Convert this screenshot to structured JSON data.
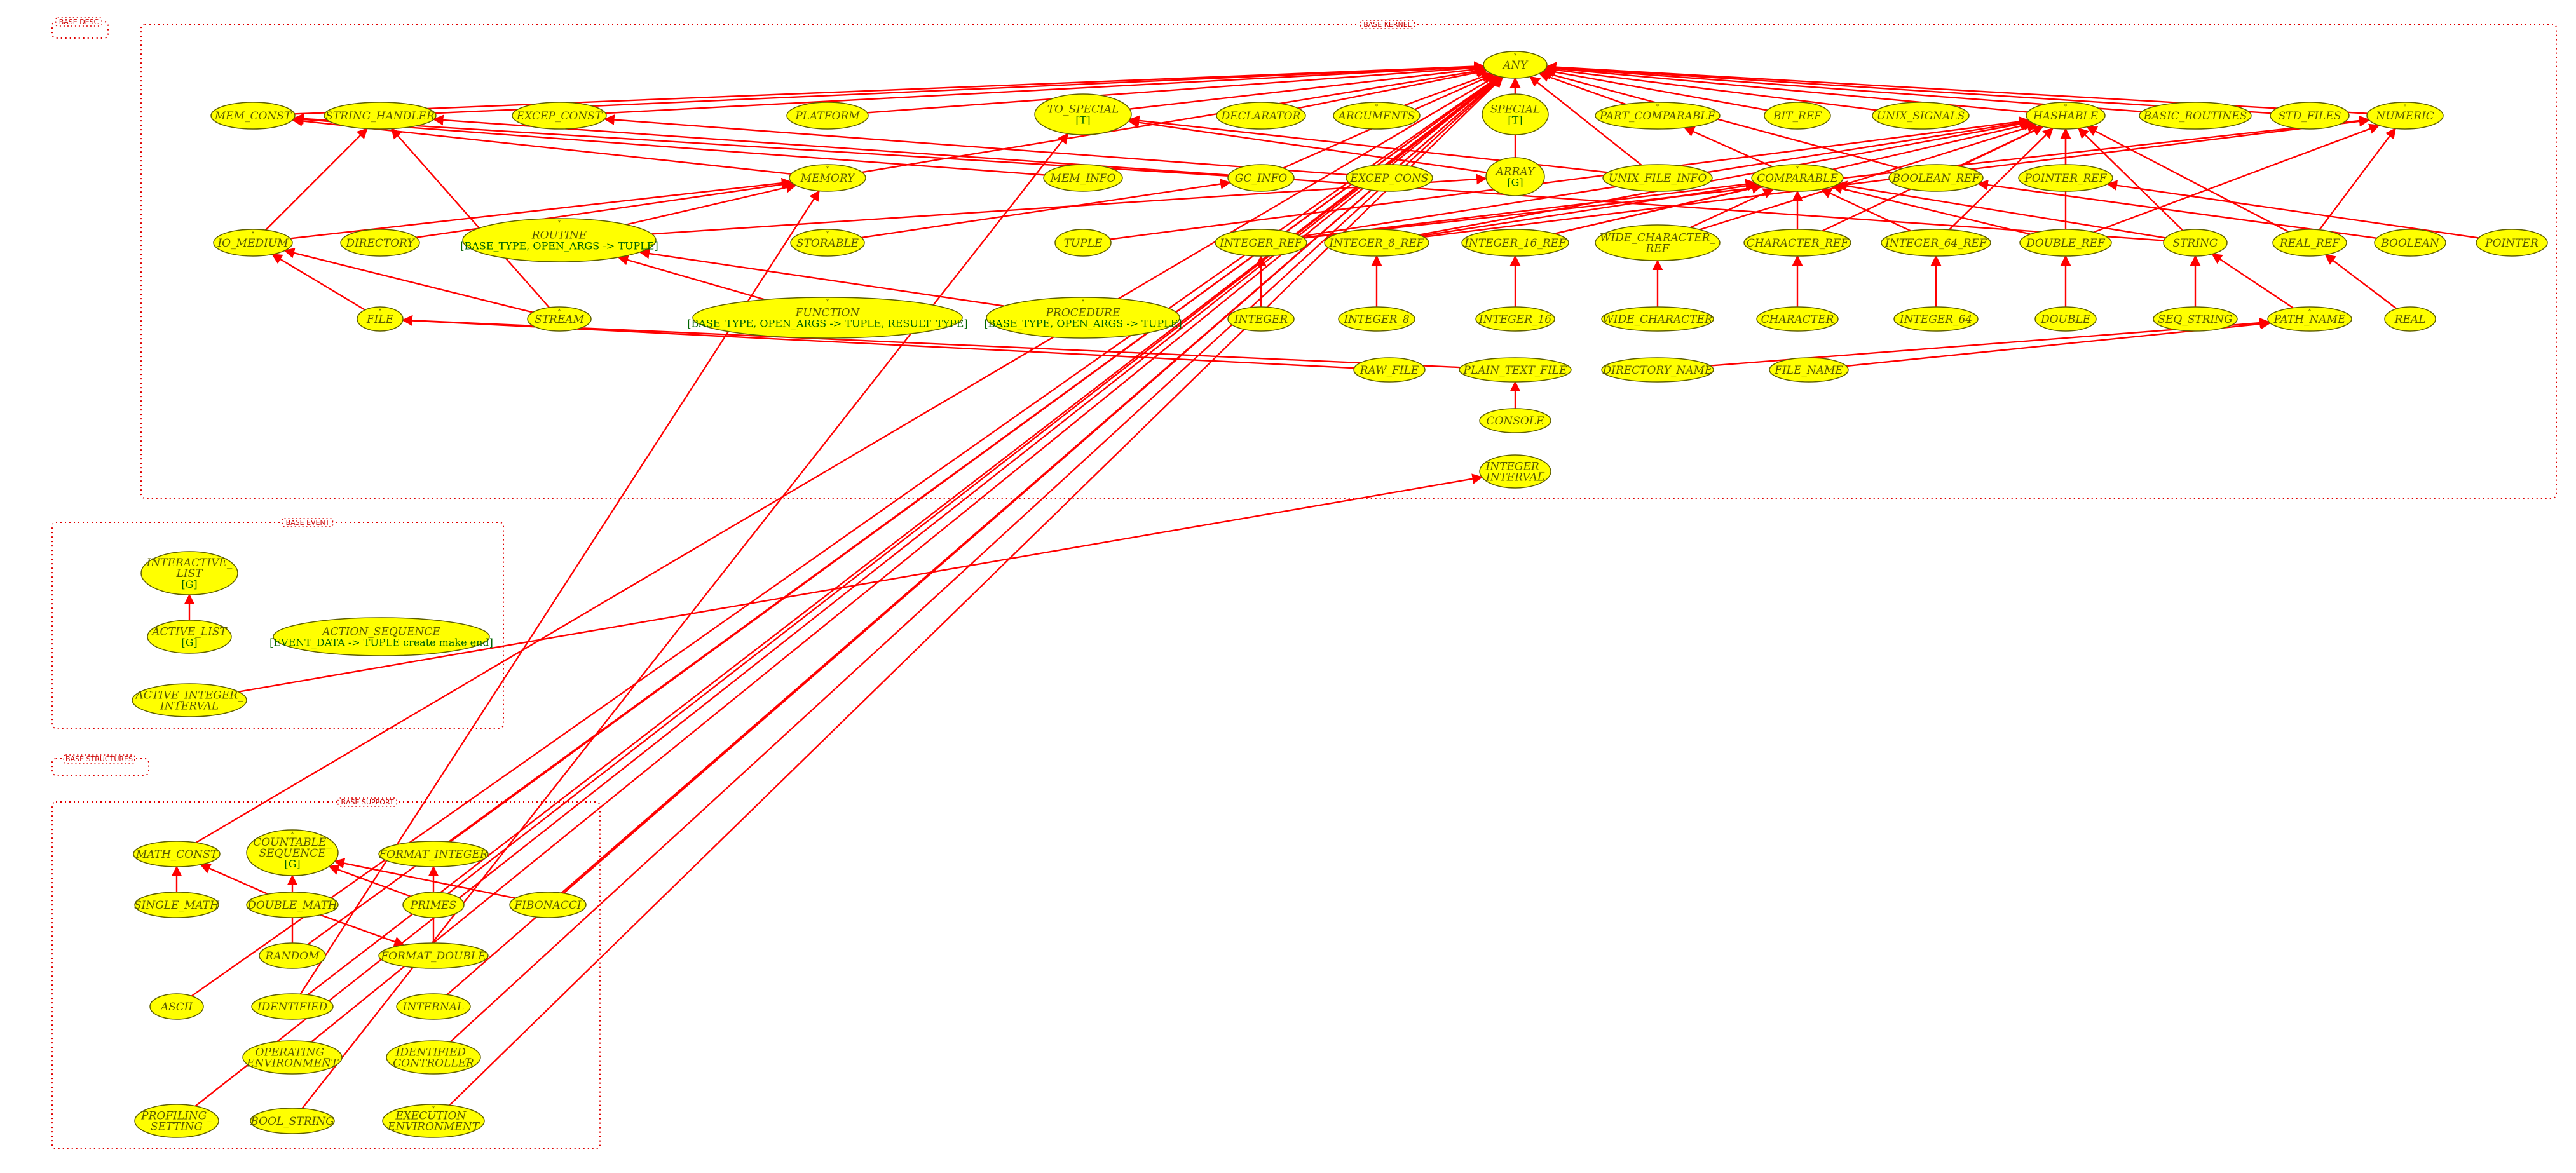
{
  "clusters": [
    {
      "id": "desc",
      "title": "BASE DESC"
    },
    {
      "id": "kernel",
      "title": "BASE KERNEL"
    },
    {
      "id": "event",
      "title": "BASE EVENT"
    },
    {
      "id": "structures",
      "title": "BASE STRUCTURES"
    },
    {
      "id": "support",
      "title": "BASE SUPPORT"
    }
  ],
  "nodes": {
    "ANY": {
      "label": "ANY",
      "marker": "*"
    },
    "MEM_CONST": {
      "label": "MEM_CONST"
    },
    "STRING_HANDLER": {
      "label": "STRING_HANDLER"
    },
    "EXCEP_CONST": {
      "label": "EXCEP_CONST"
    },
    "PLATFORM": {
      "label": "PLATFORM"
    },
    "TO_SPECIAL": {
      "label": "TO_SPECIAL",
      "sub": "[T]"
    },
    "DECLARATOR": {
      "label": "DECLARATOR"
    },
    "ARGUMENTS": {
      "label": "ARGUMENTS",
      "marker": "*"
    },
    "SPECIAL": {
      "label": "SPECIAL",
      "sub": "[T]"
    },
    "PART_COMPARABLE": {
      "label": "PART_COMPARABLE",
      "marker": "*"
    },
    "BIT_REF": {
      "label": "BIT_REF"
    },
    "UNIX_SIGNALS": {
      "label": "UNIX_SIGNALS"
    },
    "HASHABLE": {
      "label": "HASHABLE",
      "marker": "*"
    },
    "BASIC_ROUTINES": {
      "label": "BASIC_ROUTINES"
    },
    "STD_FILES": {
      "label": "STD_FILES"
    },
    "NUMERIC": {
      "label": "NUMERIC",
      "marker": "*"
    },
    "MEMORY": {
      "label": "MEMORY",
      "marker": "*"
    },
    "MEM_INFO": {
      "label": "MEM_INFO"
    },
    "GC_INFO": {
      "label": "GC_INFO"
    },
    "EXCEP_CONS": {
      "label": "EXCEP_CONS"
    },
    "ARRAY": {
      "label": "ARRAY",
      "sub": "[G]"
    },
    "UNIX_FILE_INFO": {
      "label": "UNIX_FILE_INFO"
    },
    "COMPARABLE": {
      "label": "COMPARABLE",
      "marker": "*"
    },
    "BOOLEAN_REF": {
      "label": "BOOLEAN_REF"
    },
    "POINTER_REF": {
      "label": "POINTER_REF"
    },
    "IO_MEDIUM": {
      "label": "IO_MEDIUM",
      "marker": "*"
    },
    "DIRECTORY": {
      "label": "DIRECTORY"
    },
    "ROUTINE": {
      "label": "ROUTINE",
      "sub": "[BASE_TYPE, OPEN_ARGS -> TUPLE]",
      "marker": "*"
    },
    "STORABLE": {
      "label": "STORABLE",
      "marker": "*"
    },
    "TUPLE": {
      "label": "TUPLE"
    },
    "INTEGER_REF": {
      "label": "INTEGER_REF"
    },
    "INTEGER_8_REF": {
      "label": "INTEGER_8_REF"
    },
    "INTEGER_16_REF": {
      "label": "INTEGER_16_REF"
    },
    "WIDE_CHARACTER_REF": {
      "label": "WIDE_CHARACTER_",
      "label2": "REF"
    },
    "CHARACTER_REF": {
      "label": "CHARACTER_REF"
    },
    "INTEGER_64_REF": {
      "label": "INTEGER_64_REF"
    },
    "DOUBLE_REF": {
      "label": "DOUBLE_REF"
    },
    "STRING": {
      "label": "STRING"
    },
    "REAL_REF": {
      "label": "REAL_REF"
    },
    "BOOLEAN": {
      "label": "BOOLEAN"
    },
    "POINTER": {
      "label": "POINTER"
    },
    "FILE": {
      "label": "FILE",
      "marker": "*"
    },
    "STREAM": {
      "label": "STREAM",
      "marker": "*"
    },
    "FUNCTION": {
      "label": "FUNCTION",
      "sub": "[BASE_TYPE, OPEN_ARGS -> TUPLE, RESULT_TYPE]",
      "marker": "*"
    },
    "PROCEDURE": {
      "label": "PROCEDURE",
      "sub": "[BASE_TYPE, OPEN_ARGS -> TUPLE]",
      "marker": "*"
    },
    "INTEGER": {
      "label": "INTEGER"
    },
    "INTEGER_8": {
      "label": "INTEGER_8"
    },
    "INTEGER_16": {
      "label": "INTEGER_16"
    },
    "WIDE_CHARACTER": {
      "label": "WIDE_CHARACTER"
    },
    "CHARACTER": {
      "label": "CHARACTER"
    },
    "INTEGER_64": {
      "label": "INTEGER_64"
    },
    "DOUBLE": {
      "label": "DOUBLE"
    },
    "SEQ_STRING": {
      "label": "SEQ_STRING"
    },
    "PATH_NAME": {
      "label": "PATH_NAME",
      "marker": "*"
    },
    "REAL": {
      "label": "REAL"
    },
    "RAW_FILE": {
      "label": "RAW_FILE"
    },
    "PLAIN_TEXT_FILE": {
      "label": "PLAIN_TEXT_FILE"
    },
    "DIRECTORY_NAME": {
      "label": "DIRECTORY_NAME"
    },
    "FILE_NAME": {
      "label": "FILE_NAME"
    },
    "CONSOLE": {
      "label": "CONSOLE"
    },
    "INTEGER_INTERVAL": {
      "label": "INTEGER_",
      "label2": "INTERVAL"
    },
    "INTERACTIVE_LIST": {
      "label": "INTERACTIVE_",
      "label2": "LIST",
      "sub": "[G]"
    },
    "ACTIVE_LIST": {
      "label": "ACTIVE_LIST",
      "sub": "[G]"
    },
    "ACTION_SEQUENCE": {
      "label": "ACTION_SEQUENCE",
      "sub": "[EVENT_DATA -> TUPLE create make end]"
    },
    "ACTIVE_INTEGER_INTERVAL": {
      "label": "ACTIVE_INTEGER_",
      "label2": "INTERVAL"
    },
    "MATH_CONST": {
      "label": "MATH_CONST"
    },
    "COUNTABLE_SEQUENCE": {
      "label": "COUNTABLE_",
      "label2": "SEQUENCE",
      "sub": "[G]",
      "marker": "*"
    },
    "FORMAT_INTEGER": {
      "label": "FORMAT_INTEGER"
    },
    "SINGLE_MATH": {
      "label": "SINGLE_MATH"
    },
    "DOUBLE_MATH": {
      "label": "DOUBLE_MATH"
    },
    "PRIMES": {
      "label": "PRIMES"
    },
    "FIBONACCI": {
      "label": "FIBONACCI"
    },
    "RANDOM": {
      "label": "RANDOM"
    },
    "FORMAT_DOUBLE": {
      "label": "FORMAT_DOUBLE"
    },
    "ASCII": {
      "label": "ASCII"
    },
    "IDENTIFIED": {
      "label": "IDENTIFIED"
    },
    "INTERNAL": {
      "label": "INTERNAL"
    },
    "OPERATING_ENVIRONMENT": {
      "label": "OPERATING_",
      "label2": "ENVIRONMENT"
    },
    "IDENTIFIED_CONTROLLER": {
      "label": "IDENTIFIED_",
      "label2": "CONTROLLER"
    },
    "PROFILING_SETTING": {
      "label": "PROFILING_",
      "label2": "SETTING"
    },
    "BOOL_STRING": {
      "label": "BOOL_STRING"
    },
    "EXECUTION_ENVIRONMENT": {
      "label": "EXECUTION_",
      "label2": "ENVIRONMENT",
      "marker": "*"
    }
  },
  "edges": [
    [
      "MEM_CONST",
      "ANY"
    ],
    [
      "STRING_HANDLER",
      "ANY"
    ],
    [
      "EXCEP_CONST",
      "ANY"
    ],
    [
      "PLATFORM",
      "ANY"
    ],
    [
      "TO_SPECIAL",
      "ANY"
    ],
    [
      "DECLARATOR",
      "ANY"
    ],
    [
      "ARGUMENTS",
      "ANY"
    ],
    [
      "SPECIAL",
      "ANY"
    ],
    [
      "PART_COMPARABLE",
      "ANY"
    ],
    [
      "BIT_REF",
      "ANY"
    ],
    [
      "UNIX_SIGNALS",
      "ANY"
    ],
    [
      "HASHABLE",
      "ANY"
    ],
    [
      "BASIC_ROUTINES",
      "ANY"
    ],
    [
      "STD_FILES",
      "ANY"
    ],
    [
      "NUMERIC",
      "ANY"
    ],
    [
      "MEMORY",
      "MEM_CONST"
    ],
    [
      "MEMORY",
      "ANY"
    ],
    [
      "MEM_INFO",
      "MEM_CONST"
    ],
    [
      "GC_INFO",
      "MEM_CONST"
    ],
    [
      "EXCEP_CONS",
      "EXCEP_CONST"
    ],
    [
      "ARRAY",
      "TO_SPECIAL"
    ],
    [
      "ARRAY",
      "ANY"
    ],
    [
      "UNIX_FILE_INFO",
      "ANY"
    ],
    [
      "UNIX_FILE_INFO",
      "TO_SPECIAL"
    ],
    [
      "COMPARABLE",
      "PART_COMPARABLE"
    ],
    [
      "BOOLEAN_REF",
      "HASHABLE"
    ],
    [
      "POINTER_REF",
      "HASHABLE"
    ],
    [
      "IO_MEDIUM",
      "STRING_HANDLER"
    ],
    [
      "IO_MEDIUM",
      "MEMORY"
    ],
    [
      "DIRECTORY",
      "MEMORY"
    ],
    [
      "ROUTINE",
      "MEMORY"
    ],
    [
      "ROUTINE",
      "ARRAY"
    ],
    [
      "STORABLE",
      "GC_INFO"
    ],
    [
      "TUPLE",
      "HASHABLE"
    ],
    [
      "INTEGER_REF",
      "COMPARABLE"
    ],
    [
      "INTEGER_REF",
      "NUMERIC"
    ],
    [
      "INTEGER_8_REF",
      "COMPARABLE"
    ],
    [
      "INTEGER_8_REF",
      "NUMERIC"
    ],
    [
      "INTEGER_16_REF",
      "COMPARABLE"
    ],
    [
      "WIDE_CHARACTER_REF",
      "COMPARABLE"
    ],
    [
      "WIDE_CHARACTER_REF",
      "HASHABLE"
    ],
    [
      "CHARACTER_REF",
      "COMPARABLE"
    ],
    [
      "CHARACTER_REF",
      "HASHABLE"
    ],
    [
      "INTEGER_64_REF",
      "COMPARABLE"
    ],
    [
      "INTEGER_64_REF",
      "HASHABLE"
    ],
    [
      "DOUBLE_REF",
      "COMPARABLE"
    ],
    [
      "DOUBLE_REF",
      "HASHABLE"
    ],
    [
      "DOUBLE_REF",
      "NUMERIC"
    ],
    [
      "STRING",
      "COMPARABLE"
    ],
    [
      "STRING",
      "HASHABLE"
    ],
    [
      "STRING",
      "STRING_HANDLER"
    ],
    [
      "REAL_REF",
      "HASHABLE"
    ],
    [
      "REAL_REF",
      "NUMERIC"
    ],
    [
      "BOOLEAN",
      "BOOLEAN_REF"
    ],
    [
      "POINTER",
      "POINTER_REF"
    ],
    [
      "FILE",
      "IO_MEDIUM"
    ],
    [
      "STREAM",
      "IO_MEDIUM"
    ],
    [
      "STREAM",
      "STRING_HANDLER"
    ],
    [
      "FUNCTION",
      "ROUTINE"
    ],
    [
      "PROCEDURE",
      "ROUTINE"
    ],
    [
      "INTEGER",
      "INTEGER_REF"
    ],
    [
      "INTEGER_8",
      "INTEGER_8_REF"
    ],
    [
      "INTEGER_16",
      "INTEGER_16_REF"
    ],
    [
      "WIDE_CHARACTER",
      "WIDE_CHARACTER_REF"
    ],
    [
      "CHARACTER",
      "CHARACTER_REF"
    ],
    [
      "INTEGER_64",
      "INTEGER_64_REF"
    ],
    [
      "DOUBLE",
      "DOUBLE_REF"
    ],
    [
      "SEQ_STRING",
      "STRING"
    ],
    [
      "PATH_NAME",
      "STRING"
    ],
    [
      "REAL",
      "REAL_REF"
    ],
    [
      "RAW_FILE",
      "FILE"
    ],
    [
      "PLAIN_TEXT_FILE",
      "FILE"
    ],
    [
      "DIRECTORY_NAME",
      "PATH_NAME"
    ],
    [
      "FILE_NAME",
      "PATH_NAME"
    ],
    [
      "CONSOLE",
      "PLAIN_TEXT_FILE"
    ],
    [
      "ACTIVE_LIST",
      "INTERACTIVE_LIST"
    ],
    [
      "ACTIVE_INTEGER_INTERVAL",
      "INTEGER_INTERVAL"
    ],
    [
      "SINGLE_MATH",
      "MATH_CONST"
    ],
    [
      "DOUBLE_MATH",
      "MATH_CONST"
    ],
    [
      "RANDOM",
      "COUNTABLE_SEQUENCE"
    ],
    [
      "PRIMES",
      "COUNTABLE_SEQUENCE"
    ],
    [
      "FIBONACCI",
      "COUNTABLE_SEQUENCE"
    ],
    [
      "FORMAT_DOUBLE",
      "FORMAT_INTEGER"
    ],
    [
      "DOUBLE_MATH",
      "FORMAT_DOUBLE"
    ],
    [
      "MATH_CONST",
      "ANY"
    ],
    [
      "FORMAT_INTEGER",
      "ANY"
    ],
    [
      "ASCII",
      "ANY"
    ],
    [
      "IDENTIFIED",
      "ANY"
    ],
    [
      "IDENTIFIED",
      "MEMORY"
    ],
    [
      "INTERNAL",
      "ANY"
    ],
    [
      "OPERATING_ENVIRONMENT",
      "ANY"
    ],
    [
      "IDENTIFIED_CONTROLLER",
      "ANY"
    ],
    [
      "PROFILING_SETTING",
      "ANY"
    ],
    [
      "BOOL_STRING",
      "TO_SPECIAL"
    ],
    [
      "EXECUTION_ENVIRONMENT",
      "ANY"
    ],
    [
      "PRIMES",
      "ANY"
    ],
    [
      "FIBONACCI",
      "ANY"
    ],
    [
      "RANDOM",
      "ANY"
    ],
    [
      "INTEGER_16_REF",
      "HASHABLE"
    ],
    [
      "INTEGER_8_REF",
      "HASHABLE"
    ],
    [
      "INTEGER_REF",
      "HASHABLE"
    ],
    [
      "BOOLEAN_REF",
      "ANY"
    ],
    [
      "GC_INFO",
      "ANY"
    ]
  ]
}
